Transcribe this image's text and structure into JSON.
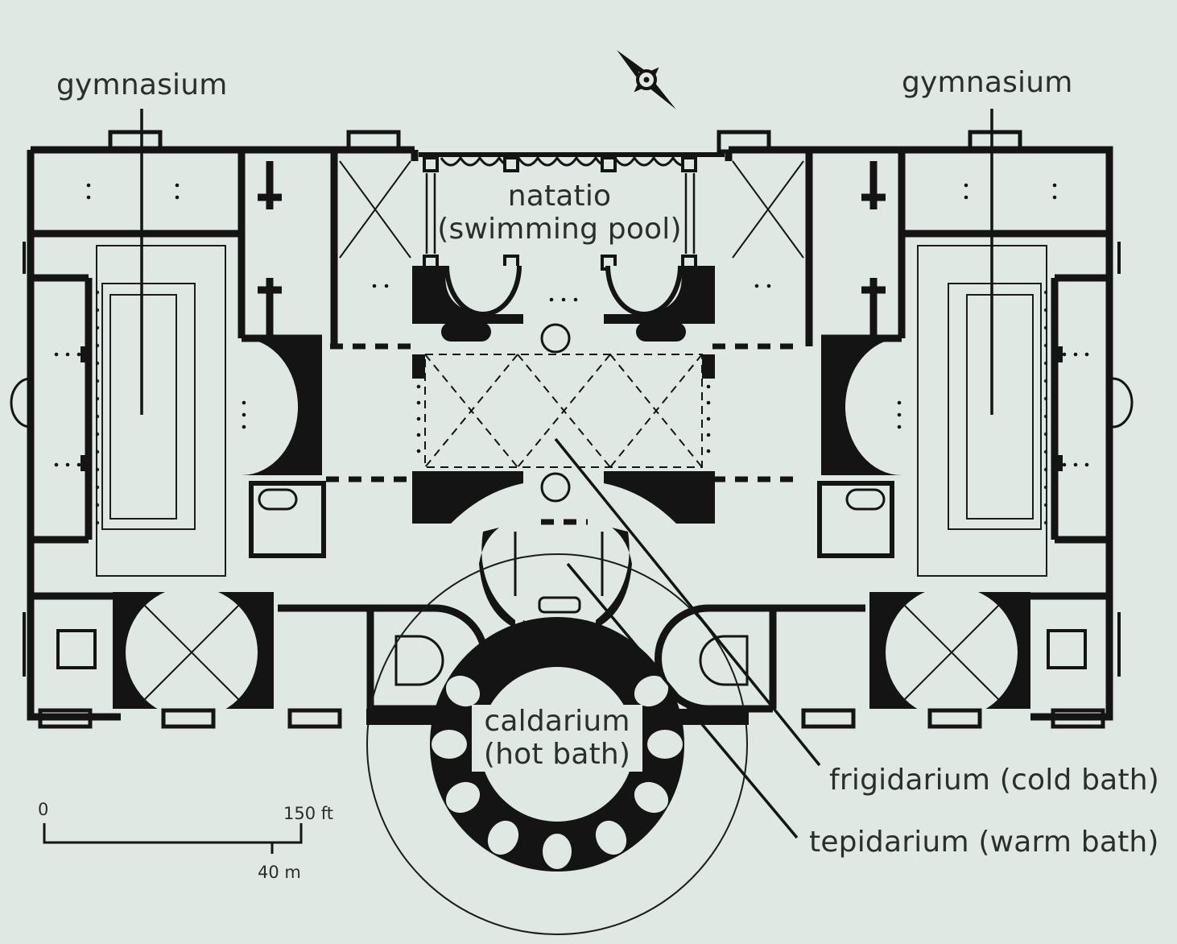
{
  "labels": {
    "gymnasium_left": "gymnasium",
    "gymnasium_right": "gymnasium",
    "natatio": "natatio",
    "natatio_sub": "(swimming pool)",
    "caldarium": "caldarium",
    "caldarium_sub": "(hot bath)",
    "frigidarium": "frigidarium (cold bath)",
    "tepidarium": "tepidarium (warm bath)"
  },
  "scale": {
    "zero": "0",
    "feet": "150 ft",
    "meters": "40 m"
  },
  "colors": {
    "background": "#dfe8e3",
    "wall": "#141414",
    "line": "#1c1c1c"
  },
  "compass_icon": "compass-rose-icon"
}
